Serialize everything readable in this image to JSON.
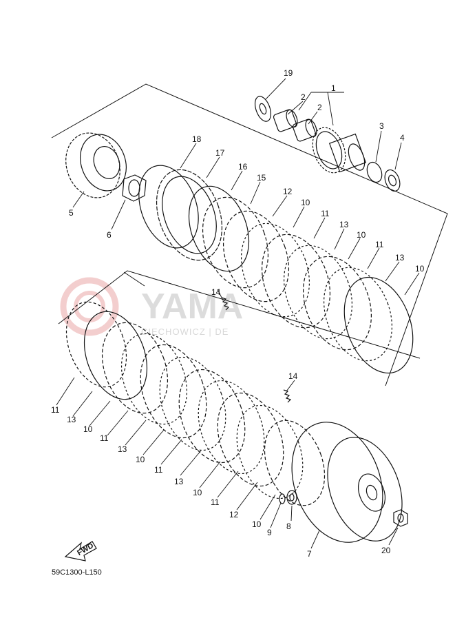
{
  "diagram": {
    "drawing_code": "59C1300-L150",
    "fwd_label": "FWD",
    "watermark": {
      "brand": "YAMA",
      "tagline": "CIECHOWICZ | DE"
    },
    "callouts": [
      {
        "id": "c19",
        "label": "19",
        "part": "washer"
      },
      {
        "id": "c1",
        "label": "1",
        "part": "primary-driven-gear"
      },
      {
        "id": "c2a",
        "label": "2",
        "part": "needle-bearing"
      },
      {
        "id": "c2b",
        "label": "2",
        "part": "needle-bearing"
      },
      {
        "id": "c3",
        "label": "3",
        "part": "spacer"
      },
      {
        "id": "c4",
        "label": "4",
        "part": "thrust-washer"
      },
      {
        "id": "c5",
        "label": "5",
        "part": "clutch-boss"
      },
      {
        "id": "c6",
        "label": "6",
        "part": "lock-nut"
      },
      {
        "id": "c18",
        "label": "18",
        "part": "circlip"
      },
      {
        "id": "c17",
        "label": "17",
        "part": "pressure-plate"
      },
      {
        "id": "c16",
        "label": "16",
        "part": "plate-washer"
      },
      {
        "id": "c15",
        "label": "15",
        "part": "spring-seat"
      },
      {
        "id": "c12a",
        "label": "12",
        "part": "clutch-plate"
      },
      {
        "id": "c10a",
        "label": "10",
        "part": "friction-plate"
      },
      {
        "id": "c11a",
        "label": "11",
        "part": "clutch-plate"
      },
      {
        "id": "c13a",
        "label": "13",
        "part": "friction-plate"
      },
      {
        "id": "c10b",
        "label": "10",
        "part": "friction-plate"
      },
      {
        "id": "c11b",
        "label": "11",
        "part": "clutch-plate"
      },
      {
        "id": "c13b",
        "label": "13",
        "part": "friction-plate"
      },
      {
        "id": "c10c",
        "label": "10",
        "part": "friction-plate"
      },
      {
        "id": "c14a",
        "label": "14",
        "part": "spring"
      },
      {
        "id": "c11c",
        "label": "11",
        "part": "clutch-plate"
      },
      {
        "id": "c13c",
        "label": "13",
        "part": "friction-plate"
      },
      {
        "id": "c10d",
        "label": "10",
        "part": "friction-plate"
      },
      {
        "id": "c11d",
        "label": "11",
        "part": "clutch-plate"
      },
      {
        "id": "c13d",
        "label": "13",
        "part": "friction-plate"
      },
      {
        "id": "c10e",
        "label": "10",
        "part": "friction-plate"
      },
      {
        "id": "c11e",
        "label": "11",
        "part": "clutch-plate"
      },
      {
        "id": "c13e",
        "label": "13",
        "part": "friction-plate"
      },
      {
        "id": "c10f",
        "label": "10",
        "part": "friction-plate"
      },
      {
        "id": "c11f",
        "label": "11",
        "part": "clutch-plate"
      },
      {
        "id": "c12b",
        "label": "12",
        "part": "clutch-plate"
      },
      {
        "id": "c10g",
        "label": "10",
        "part": "friction-plate"
      },
      {
        "id": "c14b",
        "label": "14",
        "part": "spring"
      },
      {
        "id": "c9",
        "label": "9",
        "part": "washer"
      },
      {
        "id": "c8",
        "label": "8",
        "part": "collar"
      },
      {
        "id": "c7",
        "label": "7",
        "part": "clutch-housing"
      },
      {
        "id": "c20",
        "label": "20",
        "part": "nut"
      }
    ]
  }
}
